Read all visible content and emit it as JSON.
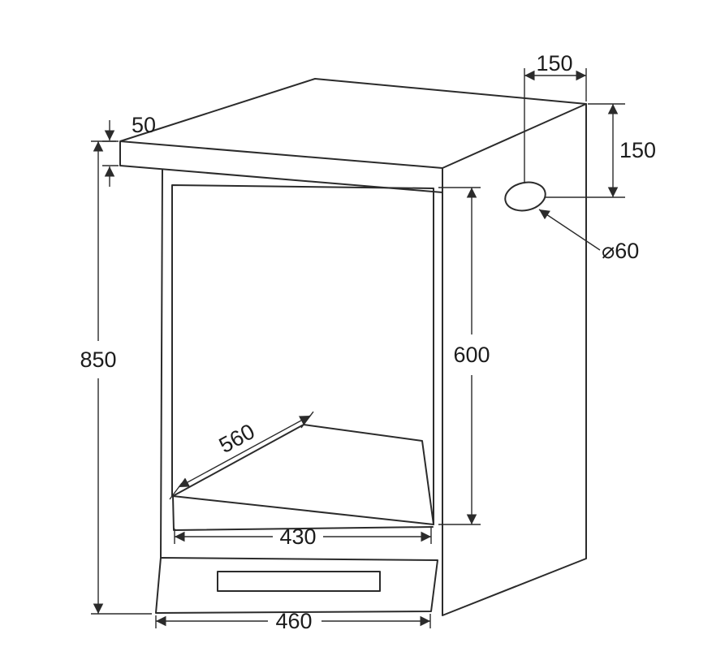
{
  "dims": {
    "top_lip": "50",
    "hole_offset_horizontal": "150",
    "hole_offset_vertical": "150",
    "hole_diameter": "⌀60",
    "total_height": "850",
    "opening_height": "600",
    "opening_depth": "560",
    "opening_width": "430",
    "base_width": "460"
  },
  "colors": {
    "line": "#2b2b2b",
    "background": "#ffffff"
  }
}
